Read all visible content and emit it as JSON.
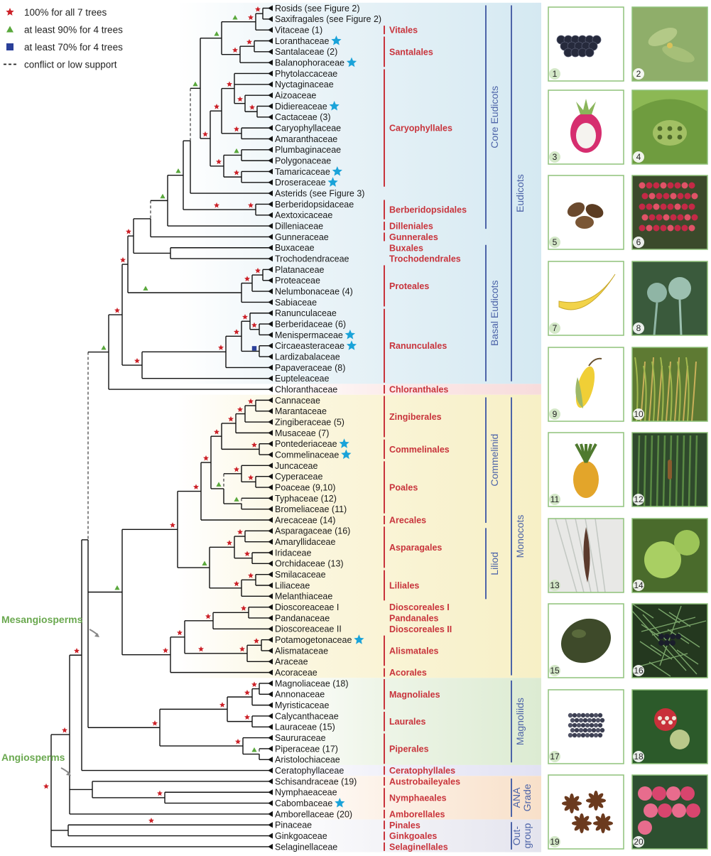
{
  "legend": [
    {
      "symbol": "red-star",
      "label": "100% for all 7 trees"
    },
    {
      "symbol": "green-triangle",
      "label": "at least 90% for 4 trees"
    },
    {
      "symbol": "blue-square",
      "label": "at least 70% for 4 trees"
    },
    {
      "symbol": "dashed-line",
      "label": "conflict or low support"
    }
  ],
  "colors": {
    "star": "#cc2229",
    "triangle": "#5aa83c",
    "square": "#2a3f99",
    "accent_star": "#1aa3d9",
    "order": "#c8343c",
    "group": "#4d64a8",
    "clade": "#6aa84f"
  },
  "taxa": [
    "Rosids  (see Figure 2)",
    "Saxifragales  (see Figure 2)",
    "Vitaceae (1)",
    "Loranthaceae",
    "Santalaceae (2)",
    "Balanophoraceae",
    "Phytolaccaceae",
    "Nyctaginaceae",
    "Aizoaceae",
    "Didiereaceae",
    "Cactaceae (3)",
    "Caryophyllaceae",
    "Amaranthaceae",
    "Plumbaginaceae",
    "Polygonaceae",
    "Tamaricaceae",
    "Droseraceae",
    "Asterids  (see Figure 3)",
    "Berberidopsidaceae",
    "Aextoxicaceae",
    "Dilleniaceae",
    "Gunneraceae",
    "Buxaceae",
    "Trochodendraceae",
    "Platanaceae",
    "Proteaceae",
    "Nelumbonaceae (4)",
    "Sabiaceae",
    "Ranunculaceae",
    "Berberidaceae (6)",
    "Menispermaceae",
    "Circaeasteraceae",
    "Lardizabalaceae",
    "Papaveraceae (8)",
    "Eupteleaceae",
    "Chloranthaceae",
    "Cannaceae",
    "Marantaceae",
    "Zingiberaceae (5)",
    "Musaceae (7)",
    "Pontederiaceae",
    "Commelinaceae",
    "Juncaceae",
    "Cyperaceae",
    "Poaceae (9,10)",
    "Typhaceae (12)",
    "Bromeliaceae (11)",
    "Arecaceae (14)",
    "Asparagaceae (16)",
    "Amaryllidaceae",
    "Iridaceae",
    "Orchidaceae (13)",
    "Smilacaceae",
    "Liliaceae",
    "Melanthiaceae",
    "Dioscoreaceae I",
    "Pandanaceae",
    "Dioscoreaceae II",
    "Potamogetonaceae",
    "Alismataceae",
    "Araceae",
    "Acoraceae",
    "Magnoliaceae (18)",
    "Annonaceae",
    "Myristicaceae",
    "Calycanthaceae",
    "Lauraceae (15)",
    "Saururaceae",
    "Piperaceae (17)",
    "Aristolochiaceae",
    "Ceratophyllaceae",
    "Schisandraceae (19)",
    "Nymphaeaceae",
    "Cabombaceae",
    "Amborellaceae (20)",
    "Pinaceae",
    "Ginkgoaceae",
    "Selaginellaceae"
  ],
  "orders": [
    {
      "label": "Vitales",
      "from": 2,
      "to": 2
    },
    {
      "label": "Santalales",
      "from": 3,
      "to": 5
    },
    {
      "label": "Caryophyllales",
      "from": 6,
      "to": 16
    },
    {
      "label": "Berberidopsidales",
      "from": 18,
      "to": 19
    },
    {
      "label": "Dilleniales",
      "from": 20,
      "to": 20
    },
    {
      "label": "Gunnerales",
      "from": 21,
      "to": 21
    },
    {
      "label": "Buxales",
      "from": 22,
      "to": 22
    },
    {
      "label": "Trochodendrales",
      "from": 23,
      "to": 23
    },
    {
      "label": "Proteales",
      "from": 24,
      "to": 27
    },
    {
      "label": "Ranunculales",
      "from": 28,
      "to": 34
    },
    {
      "label": "Chloranthales",
      "from": 35,
      "to": 35
    },
    {
      "label": "Zingiberales",
      "from": 36,
      "to": 39
    },
    {
      "label": "Commelinales",
      "from": 40,
      "to": 41
    },
    {
      "label": "Poales",
      "from": 42,
      "to": 46
    },
    {
      "label": "Arecales",
      "from": 47,
      "to": 47
    },
    {
      "label": "Asparagales",
      "from": 48,
      "to": 51
    },
    {
      "label": "Liliales",
      "from": 52,
      "to": 54
    },
    {
      "label": "Dioscoreales I",
      "from": 55,
      "to": 55
    },
    {
      "label": "Pandanales",
      "from": 56,
      "to": 56
    },
    {
      "label": "Dioscoreales II",
      "from": 57,
      "to": 57
    },
    {
      "label": "Alismatales",
      "from": 58,
      "to": 60
    },
    {
      "label": "Acorales",
      "from": 61,
      "to": 61
    },
    {
      "label": "Magnoliales",
      "from": 62,
      "to": 64
    },
    {
      "label": "Laurales",
      "from": 65,
      "to": 66
    },
    {
      "label": "Piperales",
      "from": 67,
      "to": 69
    },
    {
      "label": "Ceratophyllales",
      "from": 70,
      "to": 70
    },
    {
      "label": "Austrobaileyales",
      "from": 71,
      "to": 71
    },
    {
      "label": "Nymphaeales",
      "from": 72,
      "to": 73
    },
    {
      "label": "Amborellales",
      "from": 74,
      "to": 74
    },
    {
      "label": "Pinales",
      "from": 75,
      "to": 75
    },
    {
      "label": "Ginkgoales",
      "from": 76,
      "to": 76
    },
    {
      "label": "Selaginellales",
      "from": 77,
      "to": 77
    }
  ],
  "groups": [
    {
      "label": "Core Eudicots",
      "from": 0,
      "to": 20
    },
    {
      "label": "Basal Eudicots",
      "from": 22,
      "to": 34
    },
    {
      "label": "Eudicots",
      "from": 0,
      "to": 34
    },
    {
      "label": "Commelinid",
      "from": 36,
      "to": 47
    },
    {
      "label": "Liliod",
      "from": 48,
      "to": 54
    },
    {
      "label": "Monocots",
      "from": 36,
      "to": 61
    },
    {
      "label": "Magnoliids",
      "from": 62,
      "to": 69
    },
    {
      "label": "ANA Grade",
      "from": 71,
      "to": 74
    },
    {
      "label": "Out-group",
      "from": 75,
      "to": 77
    }
  ],
  "clade_labels": {
    "mesangiosperms": "Mesangiosperms",
    "angiosperms": "Angiosperms"
  },
  "photos": [
    {
      "n": "1",
      "name": "grapes"
    },
    {
      "n": "2",
      "name": "mistletoe-leaves"
    },
    {
      "n": "3",
      "name": "dragon-fruit"
    },
    {
      "n": "4",
      "name": "lotus-seed-pod"
    },
    {
      "n": "5",
      "name": "seeds"
    },
    {
      "n": "6",
      "name": "red-berries"
    },
    {
      "n": "7",
      "name": "banana"
    },
    {
      "n": "8",
      "name": "poppy-pods"
    },
    {
      "n": "9",
      "name": "corn"
    },
    {
      "n": "10",
      "name": "rice"
    },
    {
      "n": "11",
      "name": "pineapple"
    },
    {
      "n": "12",
      "name": "cattail"
    },
    {
      "n": "13",
      "name": "vanilla-pod"
    },
    {
      "n": "14",
      "name": "coconuts"
    },
    {
      "n": "15",
      "name": "avocado"
    },
    {
      "n": "16",
      "name": "asparagus-berries"
    },
    {
      "n": "17",
      "name": "black-pepper"
    },
    {
      "n": "18",
      "name": "magnolia-fruit"
    },
    {
      "n": "19",
      "name": "star-anise"
    },
    {
      "n": "20",
      "name": "amborella-fruit"
    }
  ]
}
